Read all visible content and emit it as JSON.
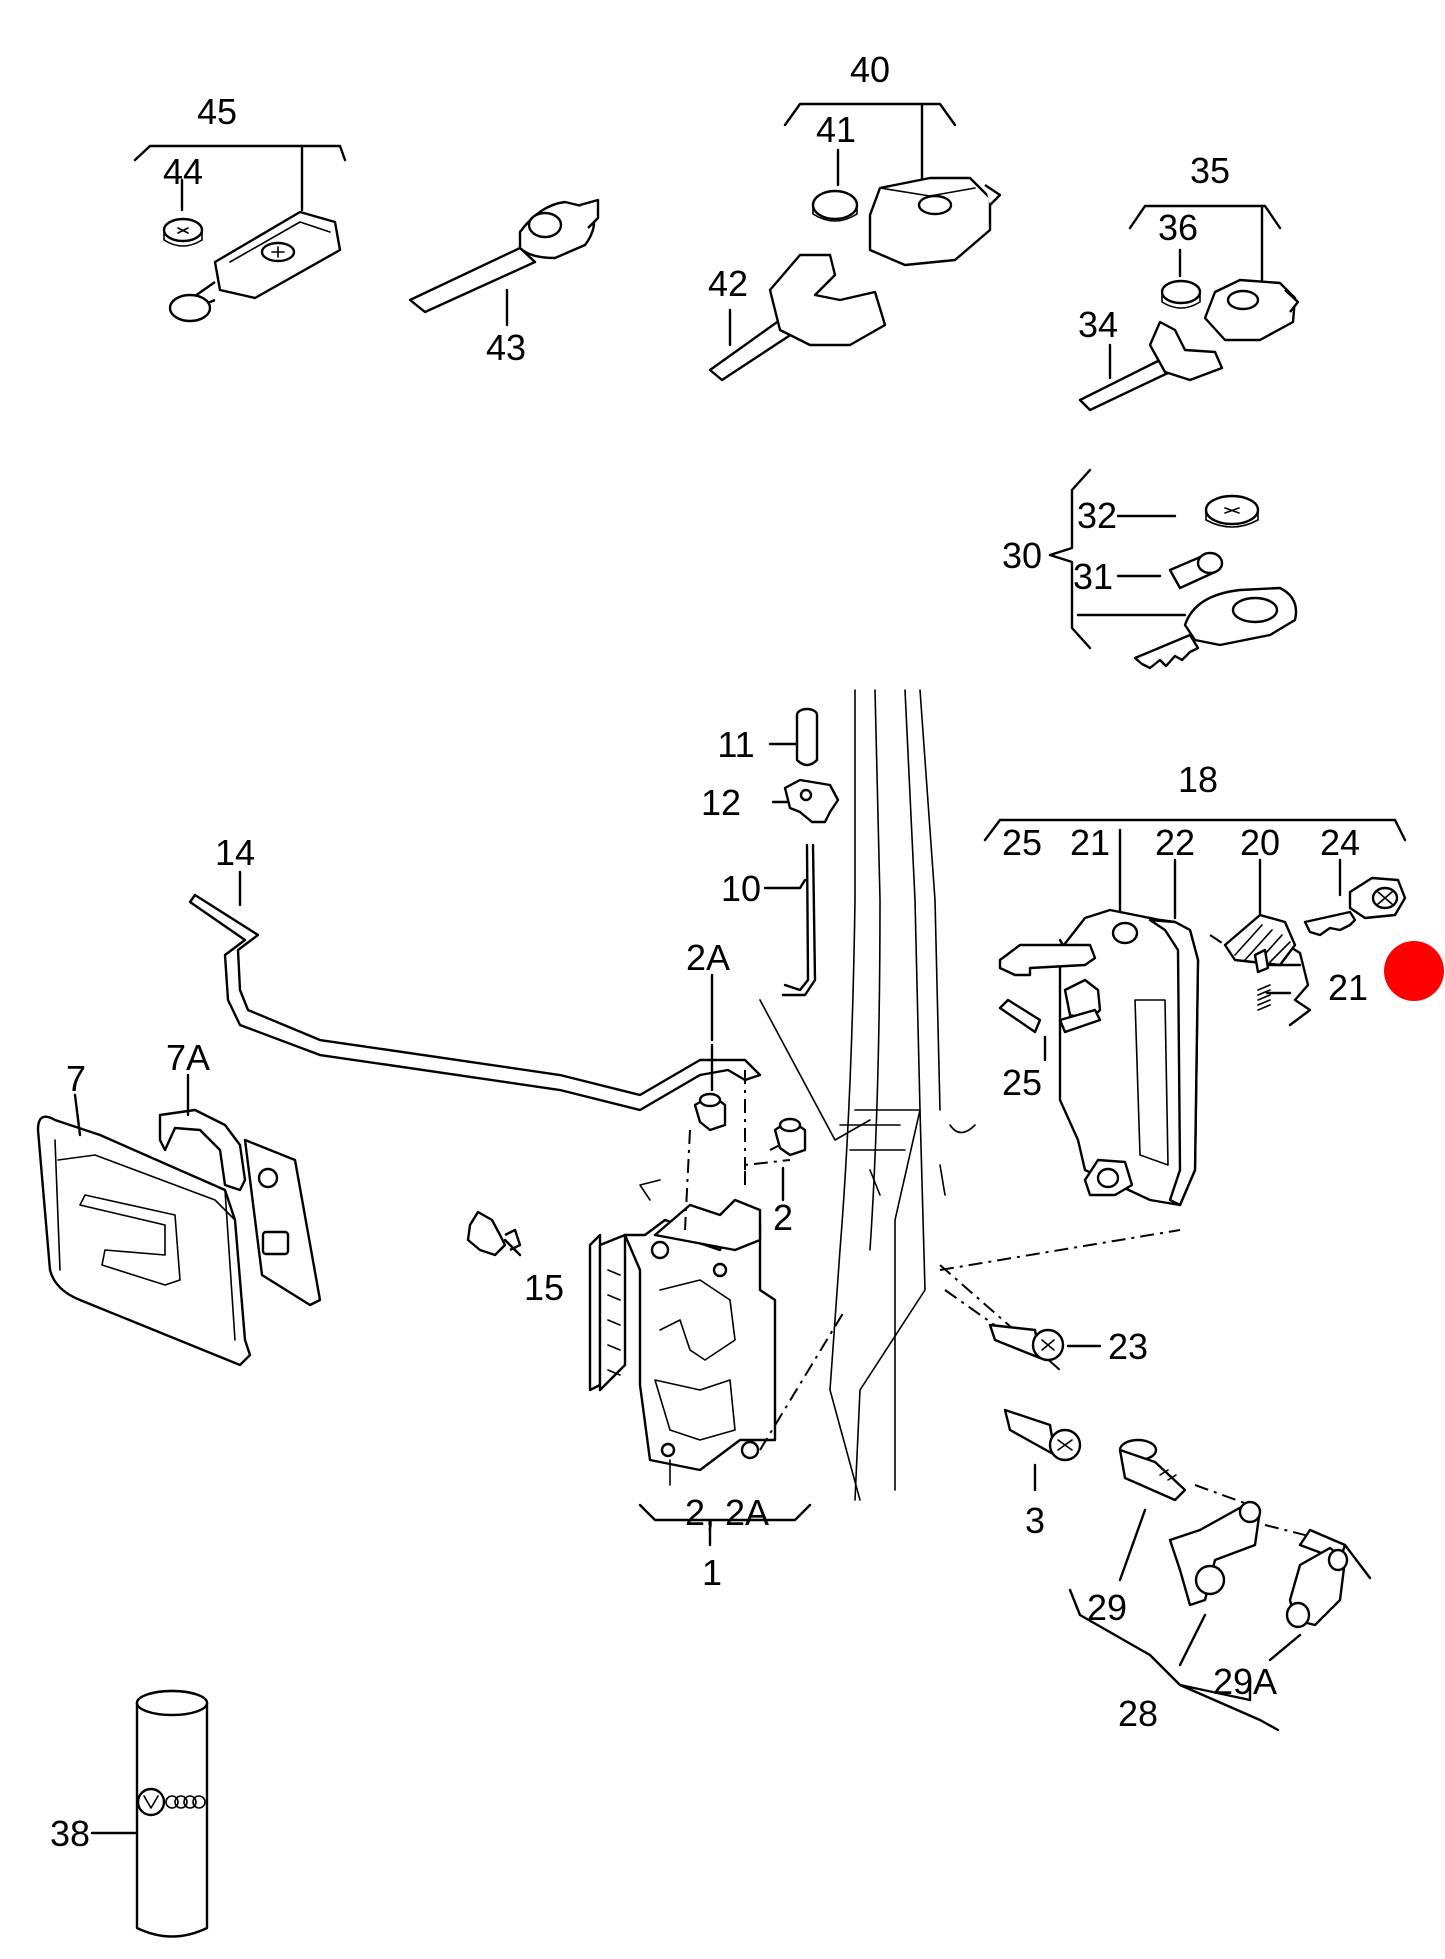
{
  "labels": {
    "p45": "45",
    "p44": "44",
    "p43": "43",
    "p40": "40",
    "p41": "41",
    "p42": "42",
    "p35": "35",
    "p36": "36",
    "p34": "34",
    "p32": "32",
    "p31": "31",
    "p30": "30",
    "p11": "11",
    "p12": "12",
    "p10": "10",
    "p14": "14",
    "p2A": "2A",
    "p7": "7",
    "p7A": "7A",
    "p15": "15",
    "p2": "2",
    "p18": "18",
    "p25a": "25",
    "p21a": "21",
    "p22": "22",
    "p20": "20",
    "p24": "24",
    "p21b": "21",
    "p25b": "25",
    "p23": "23",
    "p3": "3",
    "p2_2A": "2, 2A",
    "p1": "1",
    "p29": "29",
    "p29A": "29A",
    "p28": "28",
    "p38": "38"
  },
  "colors": {
    "line": "#000000",
    "background": "#ffffff",
    "marker": "#ff0000"
  }
}
